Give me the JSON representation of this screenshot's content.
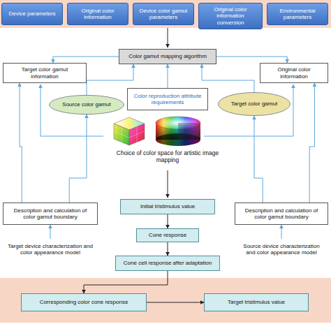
{
  "diagram": {
    "nodes": [
      {
        "text": [
          "Device parameters"
        ]
      },
      {
        "text": [
          "Original color information"
        ]
      },
      {
        "text": [
          "Device color gamut parameters"
        ]
      },
      {
        "text": [
          "Original color information conversion"
        ]
      },
      {
        "text": [
          "Environmental parameters"
        ]
      },
      {
        "text": [
          "Target color gamut information"
        ]
      },
      {
        "text": [
          "Color gamut mapping algorithm"
        ]
      },
      {
        "text": [
          "Original color information"
        ]
      },
      {
        "text": [
          "Source color gamut"
        ]
      },
      {
        "text": [
          "Color reproduction attribute requirements"
        ]
      },
      {
        "text": [
          "Target color gamut"
        ]
      },
      {
        "text": [
          "Description and calculation of color gamut boundary"
        ]
      },
      {
        "text": [
          "Initial tristimulus value"
        ]
      },
      {
        "text": [
          "Description and calculation of color gamut boundary"
        ]
      },
      {
        "text": [
          "Cone response"
        ]
      },
      {
        "text": [
          "Target device characterization and color appearance model"
        ]
      },
      {
        "text": [
          "Source device characterization and color appearance model"
        ]
      },
      {
        "text": [
          "Cone cell response after adaptation"
        ]
      },
      {
        "text": [
          "Corresponding color cone response"
        ]
      },
      {
        "text": [
          "Target tristimulus value"
        ]
      }
    ],
    "edges": [
      {
        "from": 15,
        "to": 11,
        "arrow": "to"
      },
      {
        "from": 11,
        "to": 8,
        "arrow": "to"
      },
      {
        "from": 11,
        "to": 5,
        "arrow": "to"
      },
      {
        "from": 8,
        "to": 6,
        "arrow": "to"
      },
      {
        "from": 9,
        "to": 6,
        "arrow": "to"
      },
      {
        "from": 10,
        "to": 6,
        "arrow": "to"
      },
      {
        "from": 13,
        "to": 10,
        "arrow": "to"
      },
      {
        "from": 13,
        "to": 7,
        "arrow": "to"
      },
      {
        "from": 16,
        "to": 13,
        "arrow": "to"
      },
      {
        "from": 12,
        "to": 14,
        "arrow": "to"
      },
      {
        "from": 14,
        "to": 17,
        "arrow": "to"
      },
      {
        "from": 18,
        "to": 19,
        "arrow": "to"
      },
      {
        "from": 17,
        "to": 18,
        "arrow": "to"
      },
      {
        "from": 6,
        "to": 5,
        "arrow": "to"
      },
      {
        "from": 6,
        "to": 7,
        "arrow": "to"
      }
    ],
    "labels": [
      "Choice of color space for artistic image mapping"
    ]
  }
}
